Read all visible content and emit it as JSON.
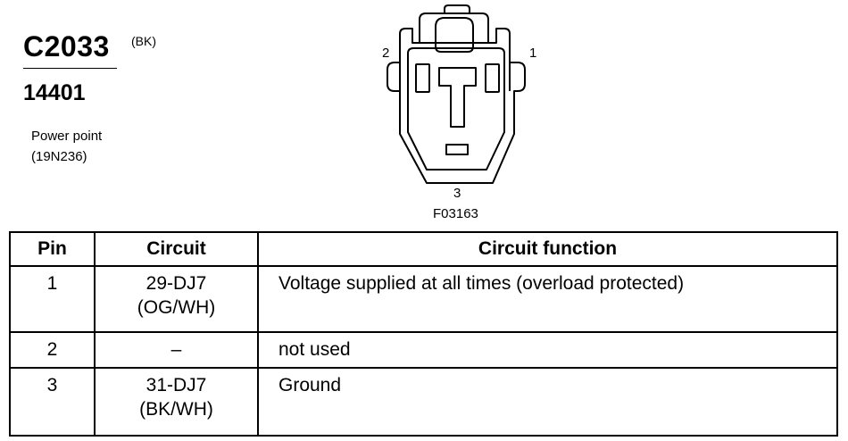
{
  "connector": {
    "id": "C2033",
    "color_code": "(BK)",
    "part_number": "14401",
    "description_line1": "Power point",
    "description_line2": "(19N236)"
  },
  "diagram": {
    "pin_labels": {
      "pin1": "1",
      "pin2": "2",
      "pin3": "3"
    },
    "figure_id": "F03163"
  },
  "table": {
    "headers": {
      "pin": "Pin",
      "circuit": "Circuit",
      "function": "Circuit function"
    },
    "rows": [
      {
        "pin": "1",
        "circuit_line1": "29-DJ7",
        "circuit_line2": "(OG/WH)",
        "function": "Voltage supplied at all times (overload protected)"
      },
      {
        "pin": "2",
        "circuit_line1": "–",
        "circuit_line2": "",
        "function": "not used"
      },
      {
        "pin": "3",
        "circuit_line1": "31-DJ7",
        "circuit_line2": "(BK/WH)",
        "function": "Ground"
      }
    ]
  }
}
